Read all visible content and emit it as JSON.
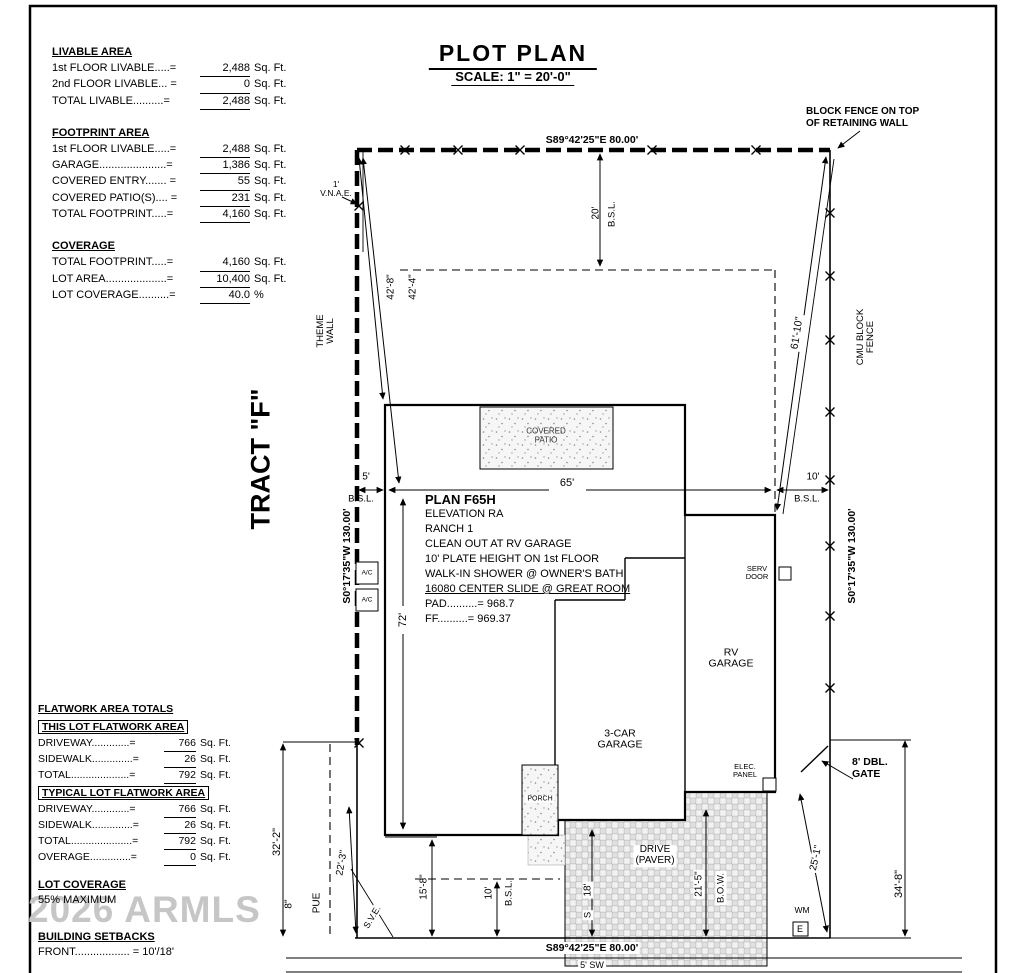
{
  "title": {
    "main": "PLOT PLAN",
    "scale": "SCALE: 1\" = 20'-0\""
  },
  "watermark": "2026 ARMLS",
  "colors": {
    "ink": "#000000",
    "watermark": "#c6c6c6",
    "stipple_bg": "#f6f6f6",
    "paver_bg": "#ececec"
  },
  "panels": {
    "livable": {
      "header": "LIVABLE AREA",
      "rows": [
        {
          "label": "1st FLOOR LIVABLE.....=",
          "value": "2,488",
          "unit": "Sq. Ft."
        },
        {
          "label": "2nd FLOOR LIVABLE... =",
          "value": "0",
          "unit": "Sq. Ft."
        },
        {
          "label": "TOTAL LIVABLE..........=",
          "value": "2,488",
          "unit": "Sq. Ft."
        }
      ]
    },
    "footprint": {
      "header": "FOOTPRINT AREA",
      "rows": [
        {
          "label": "1st FLOOR LIVABLE.....=",
          "value": "2,488",
          "unit": "Sq. Ft."
        },
        {
          "label": "GARAGE......................=",
          "value": "1,386",
          "unit": "Sq. Ft."
        },
        {
          "label": "COVERED ENTRY....... =",
          "value": "55",
          "unit": "Sq. Ft."
        },
        {
          "label": "COVERED PATIO(S).... =",
          "value": "231",
          "unit": "Sq. Ft."
        },
        {
          "label": "TOTAL FOOTPRINT.....=",
          "value": "4,160",
          "unit": "Sq. Ft."
        }
      ]
    },
    "coverage": {
      "header": "COVERAGE",
      "rows": [
        {
          "label": "TOTAL FOOTPRINT.....=",
          "value": "4,160",
          "unit": "Sq. Ft."
        },
        {
          "label": "LOT AREA....................=",
          "value": "10,400",
          "unit": "Sq. Ft."
        },
        {
          "label": "LOT COVERAGE..........=",
          "value": "40.0",
          "unit": "%"
        }
      ]
    },
    "flatwork": {
      "header": "FLATWORK AREA TOTALS",
      "this_lot_header": "THIS LOT FLATWORK AREA",
      "this_lot_rows": [
        {
          "label": "DRIVEWAY.............=",
          "value": "766",
          "unit": "Sq. Ft."
        },
        {
          "label": "SIDEWALK..............=",
          "value": "26",
          "unit": "Sq. Ft."
        },
        {
          "label": "TOTAL....................=",
          "value": "792",
          "unit": "Sq. Ft."
        }
      ],
      "typical_header": "TYPICAL LOT FLATWORK AREA",
      "typical_rows": [
        {
          "label": "DRIVEWAY.............=",
          "value": "766",
          "unit": "Sq. Ft."
        },
        {
          "label": "SIDEWALK..............=",
          "value": "26",
          "unit": "Sq. Ft."
        },
        {
          "label": "TOTAL.....................=",
          "value": "792",
          "unit": "Sq. Ft."
        },
        {
          "label": "OVERAGE..............=",
          "value": "0",
          "unit": "Sq. Ft."
        }
      ]
    },
    "lot_coverage_note": {
      "header": "LOT COVERAGE",
      "text": "55% MAXIMUM"
    },
    "building_setbacks": {
      "header": "BUILDING SETBACKS",
      "front": "FRONT.................. = 10'/18'"
    }
  },
  "plan": {
    "lines": [
      "PLAN F65H",
      "ELEVATION RA",
      "RANCH 1",
      "CLEAN OUT AT RV GARAGE",
      "10' PLATE HEIGHT ON 1st FLOOR",
      "WALK-IN SHOWER @ OWNER'S BATH",
      "16080 CENTER SLIDE @ GREAT ROOM",
      "PAD..........= 968.7",
      "FF..........= 969.37"
    ]
  },
  "labels": {
    "bearing_top": "S89°42'25\"E 80.00'",
    "bearing_bottom": "S89°42'25\"E 80.00'",
    "bearing_left": "S0°17'35\"W 130.00'",
    "bearing_right": "S0°17'35\"W 130.00'",
    "block_fence_1": "BLOCK FENCE ON TOP",
    "block_fence_2": "OF RETAINING WALL",
    "tract": "TRACT \"F\"",
    "theme_wall_1": "THEME",
    "theme_wall_2": "WALL",
    "cmu_1": "CMU BLOCK",
    "cmu_2": "FENCE",
    "vnae_1": "1'",
    "vnae_2": "V.N.A.E.",
    "bsl": "B.S.L.",
    "dim_20": "20'",
    "dim_42_8": "42'-8\"",
    "dim_42_4": "42'-4\"",
    "dim_61_10": "61'-10\"",
    "dim_65": "65'",
    "dim_5": "5'",
    "dim_10": "10'",
    "dim_72": "72'",
    "covered_patio_1": "COVERED",
    "covered_patio_2": "PATIO",
    "ac": "A/C",
    "serv_door_1": "SERV",
    "serv_door_2": "DOOR",
    "rv_1": "RV",
    "rv_2": "GARAGE",
    "garage3_1": "3-CAR",
    "garage3_2": "GARAGE",
    "elec_1": "ELEC.",
    "elec_2": "PANEL",
    "porch": "PORCH",
    "drive_1": "DRIVE",
    "drive_2": "(PAVER)",
    "gate_1": "8' DBL.",
    "gate_2": "GATE",
    "dim_34_8": "34'-8\"",
    "dim_25_1": "25'-1\"",
    "wm": "WM",
    "emeter": "E",
    "dim_32_2": "32'-2\"",
    "dim_22_3": "22'-3\"",
    "dim_8": "8\"",
    "pue": "PUE",
    "sve": "S.V.E.",
    "dim_15_8": "15'-8\"",
    "dim_18": "18'",
    "s": "S",
    "dim_21_5": "21'-5\"",
    "bow": "B.O.W.",
    "sw": "5' SW"
  }
}
